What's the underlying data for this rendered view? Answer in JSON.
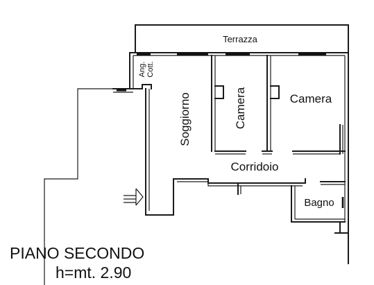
{
  "plan": {
    "rooms": {
      "terrace": "Terrazza",
      "kitchenette_line1": "Ang.",
      "kitchenette_line2": "Cott.",
      "living": "Soggiorno",
      "bedroom_1": "Camera",
      "bedroom_2": "Camera",
      "corridor": "Corridoio",
      "bathroom": "Bagno"
    },
    "caption": {
      "title": "PIANO SECONDO",
      "height": "h=mt. 2.90"
    }
  }
}
